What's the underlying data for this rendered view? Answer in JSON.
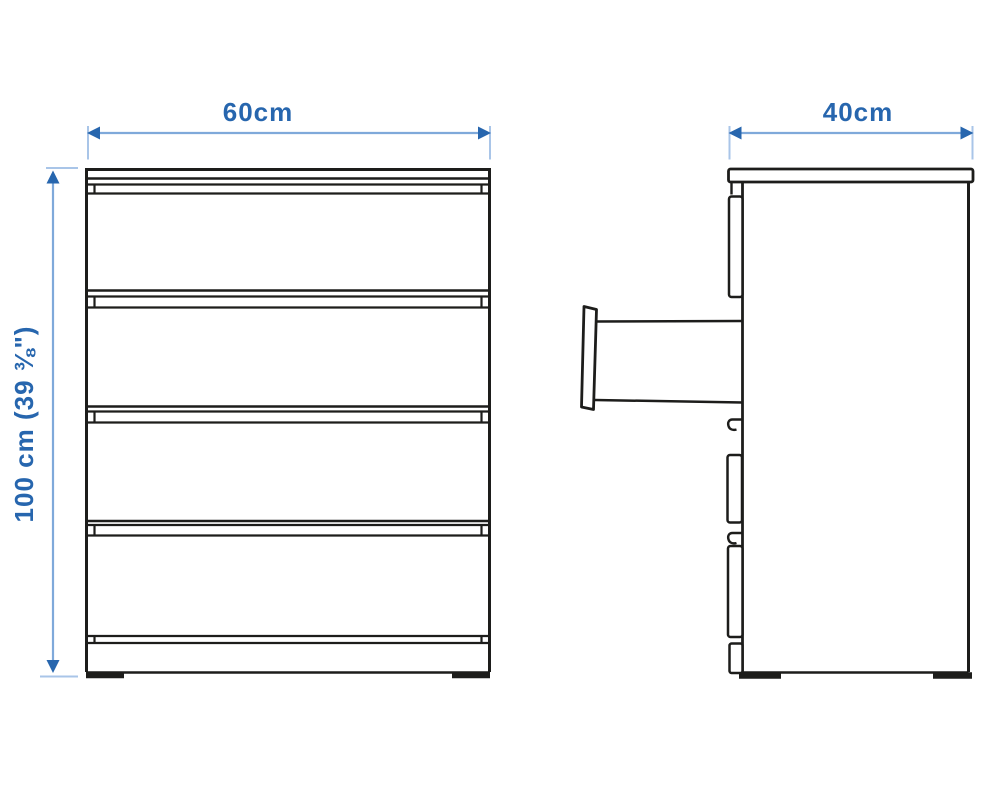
{
  "diagram": {
    "colors": {
      "accent": "#2766ae",
      "dimension_line": "#7fa9da",
      "extension_line": "#a9c5e8",
      "linework": "#1d1d1b",
      "background": "#ffffff"
    },
    "dimensions": {
      "width": {
        "label": "60cm"
      },
      "depth": {
        "label": "40cm"
      },
      "height": {
        "label": "100 cm (39 ⅜\")"
      }
    }
  }
}
